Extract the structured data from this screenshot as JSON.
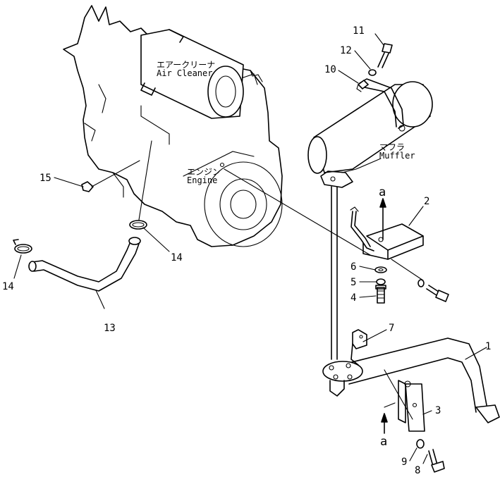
{
  "labels": {
    "air_cleaner_jp": "エアークリーナ",
    "air_cleaner_en": "Air Cleaner",
    "muffler_jp": "マフラ",
    "muffler_en": "Muffler",
    "engine_jp": "エンジン",
    "engine_en": "Engine",
    "view_a_top": "a",
    "view_a_bottom": "a"
  },
  "callouts": {
    "c1": "1",
    "c2": "2",
    "c3": "3",
    "c4": "4",
    "c5": "5",
    "c6": "6",
    "c7": "7",
    "c8": "8",
    "c9": "9",
    "c10": "10",
    "c11": "11",
    "c12": "12",
    "c13": "13",
    "c14a": "14",
    "c14b": "14",
    "c15": "15"
  }
}
